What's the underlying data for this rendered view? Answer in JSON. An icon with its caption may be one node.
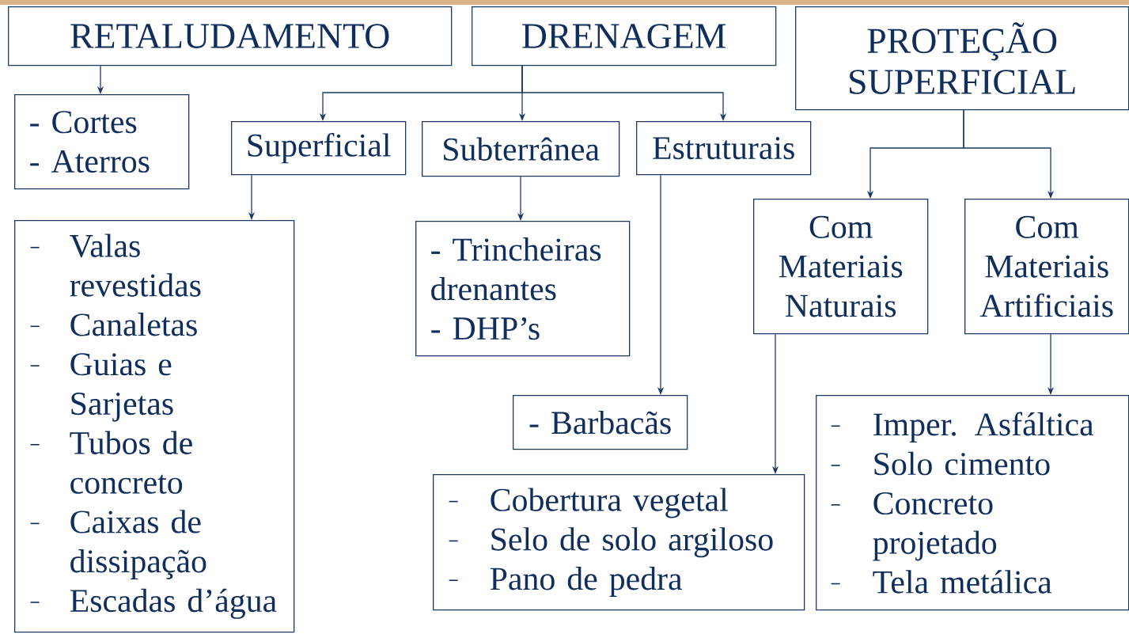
{
  "diagram": {
    "nodes": [
      {
        "text": [
          "RETALUDAMENTO"
        ]
      },
      {
        "text": [
          "DRENAGEM"
        ]
      },
      {
        "text": [
          "PROTEÇÃO SUPERFICIAL"
        ]
      },
      {
        "text": [
          "- Cortes",
          "- Aterros"
        ]
      },
      {
        "text": [
          "Superficial"
        ]
      },
      {
        "text": [
          "Subterrânea"
        ]
      },
      {
        "text": [
          "Estruturais"
        ]
      },
      {
        "text": [
          "Com Materiais Naturais"
        ]
      },
      {
        "text": [
          "Com Materiais Artificiais"
        ]
      },
      {
        "text": [
          "Valas revestidas",
          "Canaletas",
          "Guias e Sarjetas",
          "Tubos de concreto",
          "Caixas de dissipação",
          "Escadas d’água"
        ]
      },
      {
        "text": [
          "- Trincheiras drenantes",
          "- DHP’s"
        ]
      },
      {
        "text": [
          "- Barbacãs"
        ]
      },
      {
        "text": [
          "Cobertura vegetal",
          "Selo de solo argiloso",
          "Pano de pedra"
        ]
      },
      {
        "text": [
          "Imper. Asfáltica",
          "Solo cimento",
          "Concreto projetado",
          "Tela metálica"
        ]
      }
    ],
    "edges": [
      {
        "from": 0,
        "to": 3,
        "arrow": "to"
      },
      {
        "from": 1,
        "to": 4,
        "arrow": "to"
      },
      {
        "from": 1,
        "to": 5,
        "arrow": "to"
      },
      {
        "from": 1,
        "to": 6,
        "arrow": "to"
      },
      {
        "from": 4,
        "to": 9,
        "arrow": "to"
      },
      {
        "from": 5,
        "to": 10,
        "arrow": "to"
      },
      {
        "from": 6,
        "to": 11,
        "arrow": "to"
      },
      {
        "from": 2,
        "to": 7,
        "arrow": "to"
      },
      {
        "from": 2,
        "to": 8,
        "arrow": "to"
      },
      {
        "from": 7,
        "to": 12,
        "arrow": "to"
      },
      {
        "from": 8,
        "to": 13,
        "arrow": "to"
      }
    ]
  }
}
